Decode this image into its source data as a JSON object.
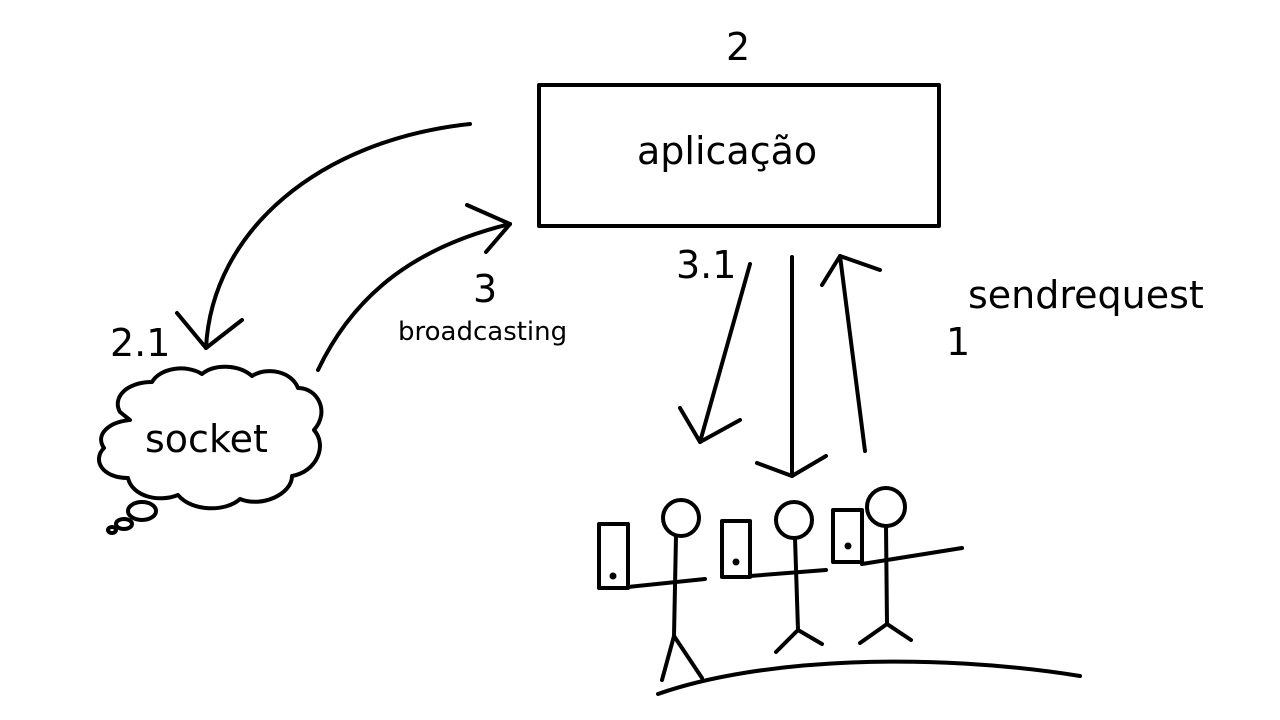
{
  "nodes": {
    "app_label": "aplicação",
    "socket_label": "socket"
  },
  "steps": {
    "step_1": "1",
    "step_1_label": "sendrequest",
    "step_2": "2",
    "step_2_1": "2.1",
    "step_3": "3",
    "step_3_label": "broadcasting",
    "step_3_1": "3.1"
  },
  "colors": {
    "ink": "#000000",
    "background": "#ffffff"
  }
}
